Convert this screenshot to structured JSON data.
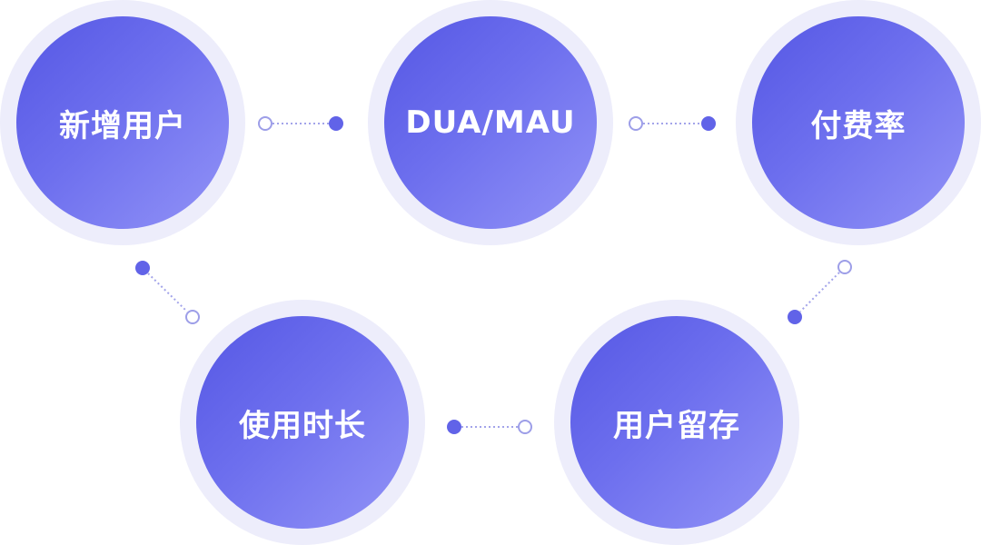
{
  "nodes": [
    {
      "label": "新增用户"
    },
    {
      "label": "DUA/MAU"
    },
    {
      "label": "付费率"
    },
    {
      "label": "用户留存"
    },
    {
      "label": "使用时长"
    }
  ],
  "colors": {
    "accent": "#5b5de6",
    "ring": "#ededfb",
    "connector": "#a5a5ec"
  }
}
